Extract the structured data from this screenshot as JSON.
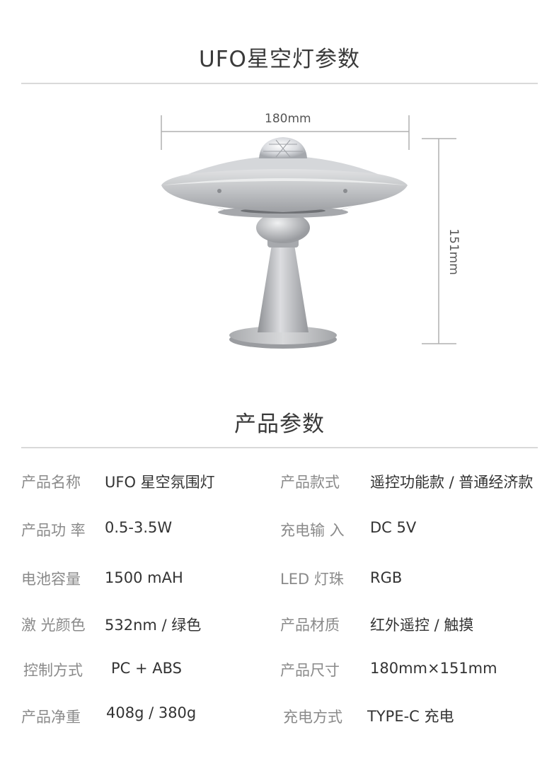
{
  "page": {
    "title": "UFO星空灯参数",
    "section_title": "产品参数"
  },
  "dimensions": {
    "width_label": "180mm",
    "height_label": "151mm"
  },
  "specs": [
    {
      "label": "产品名称",
      "value": "UFO 星空氛围灯"
    },
    {
      "label": "产品款式",
      "value": "遥控功能款 / 普通经济款"
    },
    {
      "label": "产品功 率",
      "value": "0.5-3.5W"
    },
    {
      "label": "充电输 入",
      "value": "DC 5V"
    },
    {
      "label": "电池容量",
      "value": "1500 mAH"
    },
    {
      "label": "LED 灯珠",
      "value": "RGB"
    },
    {
      "label": "激 光颜色",
      "value": "532nm / 绿色"
    },
    {
      "label": "产品材质",
      "value": "红外遥控 / 触摸"
    },
    {
      "label": "控制方式",
      "value": "PC + ABS"
    },
    {
      "label": "产品尺寸",
      "value": "180mm×151mm"
    },
    {
      "label": "产品净重",
      "value": "408g / 380g"
    },
    {
      "label": "充电方式",
      "value": "TYPE-C 充电"
    }
  ],
  "colors": {
    "rule": "#d9d9d9",
    "label": "#8a8a8a",
    "value": "#333333",
    "metal": "#b5b7ba"
  }
}
